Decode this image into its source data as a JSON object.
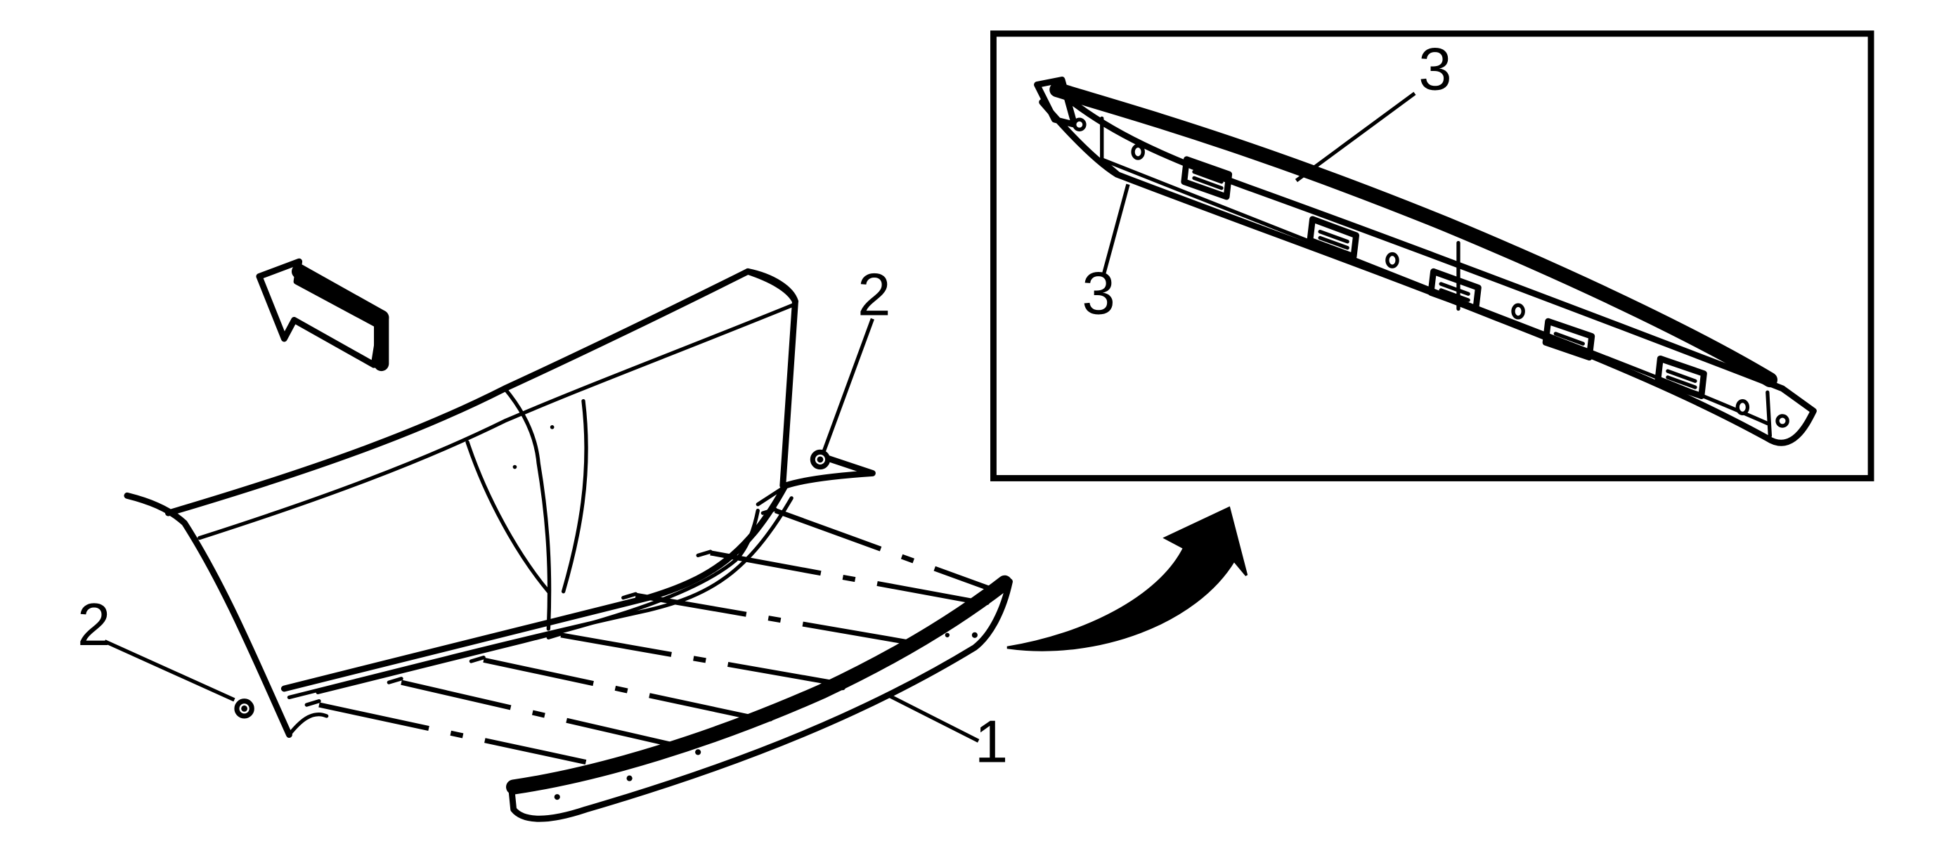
{
  "callouts": {
    "c1": "1",
    "c2_left": "2",
    "c2_right": "2",
    "c3_top": "3",
    "c3_left": "3"
  }
}
